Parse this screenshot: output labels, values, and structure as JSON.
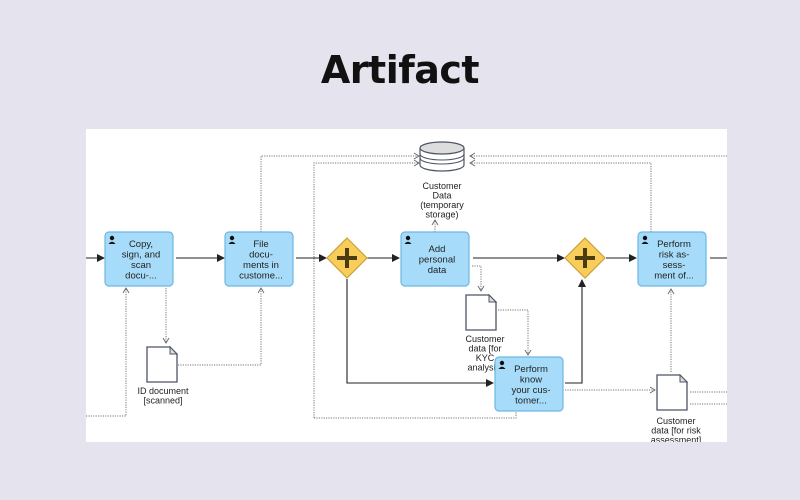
{
  "page": {
    "title": "Artifact"
  },
  "diagram": {
    "colors": {
      "task_fill": "#a6dcfa",
      "task_stroke": "#6fb6e0",
      "gateway_fill": "#f9cd5a",
      "gateway_stroke": "#c9a13a",
      "gateway_icon": "#4a3b12",
      "artifact_stroke": "#4d5566",
      "flow": "#222222",
      "association": "#777777"
    },
    "tasks": [
      {
        "id": "copy",
        "lines": [
          "Copy,",
          "sign, and",
          "scan",
          "docu-..."
        ],
        "icon": "user-icon"
      },
      {
        "id": "file",
        "lines": [
          "File",
          "docu-",
          "ments in",
          "custome..."
        ],
        "icon": "user-icon"
      },
      {
        "id": "add",
        "lines": [
          "Add",
          "personal",
          "data"
        ],
        "icon": "user-icon"
      },
      {
        "id": "kyc",
        "lines": [
          "Perform",
          "know",
          "your cus-",
          "tomer..."
        ],
        "icon": "user-icon"
      },
      {
        "id": "risk",
        "lines": [
          "Perform",
          "risk as-",
          "sess-",
          "ment of..."
        ],
        "icon": "user-icon"
      }
    ],
    "gateways": [
      {
        "id": "gw1",
        "type": "parallel"
      },
      {
        "id": "gw2",
        "type": "parallel"
      }
    ],
    "data_store": {
      "lines": [
        "Customer",
        "Data",
        "(temporary",
        "storage)"
      ]
    },
    "data_objects": [
      {
        "id": "id-doc",
        "lines": [
          "ID document",
          "[scanned]"
        ]
      },
      {
        "id": "kyc-data",
        "lines": [
          "Customer",
          "data [for",
          "KYC",
          "analysis]"
        ]
      },
      {
        "id": "risk-data",
        "lines": [
          "Customer",
          "data [for risk",
          "assessment]"
        ]
      }
    ]
  }
}
